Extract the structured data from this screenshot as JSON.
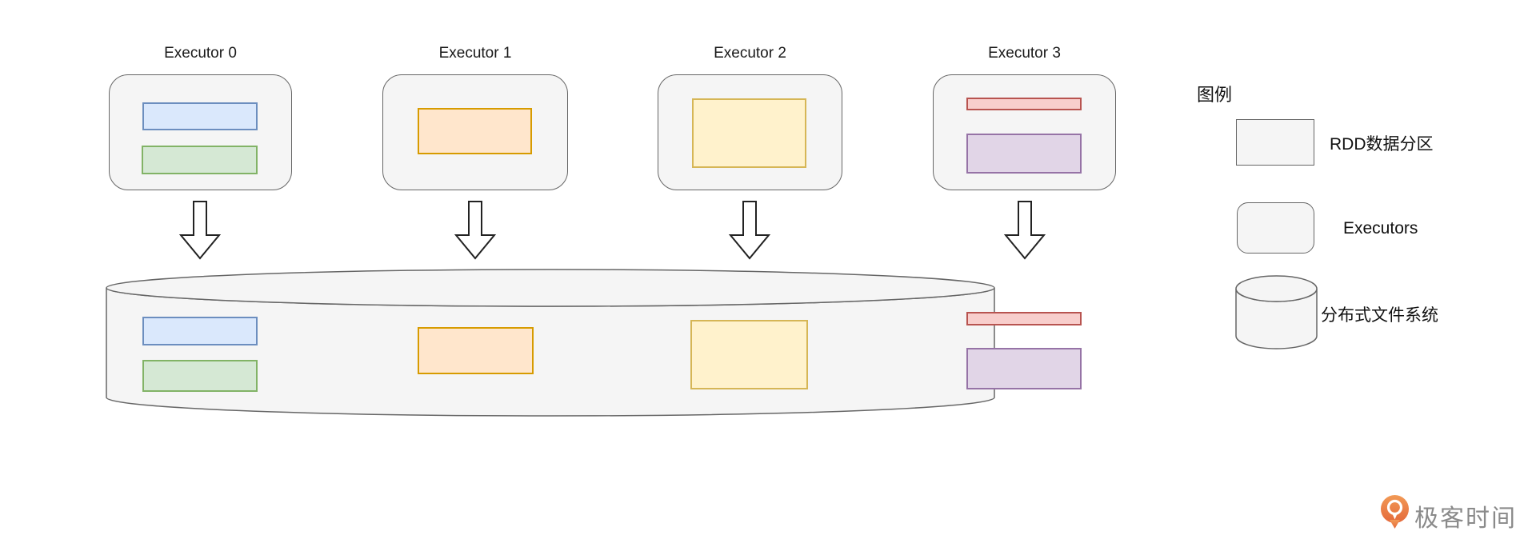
{
  "executors": [
    {
      "label": "Executor 0",
      "partitions": [
        "blue",
        "green"
      ]
    },
    {
      "label": "Executor 1",
      "partitions": [
        "orange"
      ]
    },
    {
      "label": "Executor 2",
      "partitions": [
        "yellow"
      ]
    },
    {
      "label": "Executor 3",
      "partitions": [
        "red",
        "purple"
      ]
    }
  ],
  "storage": {
    "name": "distributed-file-system",
    "partitions": [
      "blue",
      "green",
      "orange",
      "yellow",
      "red",
      "purple"
    ]
  },
  "legend": {
    "title": "图例",
    "items": [
      {
        "shape": "rectangle",
        "label": "RDD数据分区"
      },
      {
        "shape": "rounded-rectangle",
        "label": "Executors"
      },
      {
        "shape": "cylinder",
        "label": "分布式文件系统"
      }
    ]
  },
  "branding": {
    "logo_text": "极客时间",
    "logo_color": "#ED7B47",
    "logo_color_dark": "#E4693B",
    "logo_text_color": "#8A8A8A"
  },
  "colors": {
    "blue": {
      "fill": "#DAE8FC",
      "stroke": "#6C8EBF"
    },
    "green": {
      "fill": "#D5E8D4",
      "stroke": "#82B366"
    },
    "orange": {
      "fill": "#FFE6CC",
      "stroke": "#D79B00"
    },
    "yellow": {
      "fill": "#FFF2CC",
      "stroke": "#D6B656"
    },
    "red": {
      "fill": "#F8CECC",
      "stroke": "#B85450"
    },
    "purple": {
      "fill": "#E1D5E7",
      "stroke": "#9673A6"
    },
    "container_fill": "#F5F5F5",
    "container_stroke": "#666666",
    "arrow_stroke": "#222222",
    "arrow_fill": "#FFFFFF"
  }
}
